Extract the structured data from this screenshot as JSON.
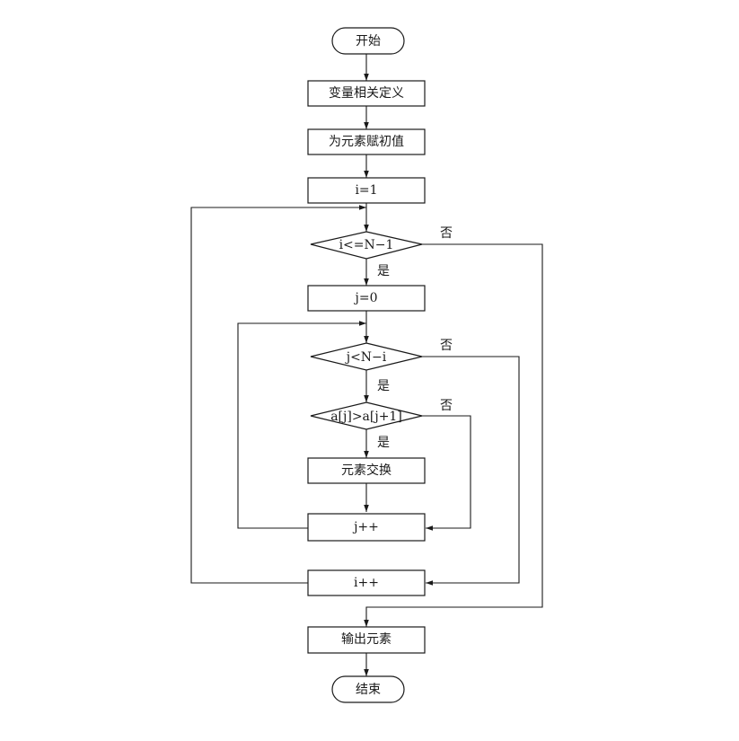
{
  "nodes": {
    "start": "开始",
    "define_vars": "变量相关定义",
    "init_elements": "为元素赋初值",
    "init_i": "i=1",
    "cond_i": "i<=N−1",
    "init_j": "j=0",
    "cond_j": "j<N−i",
    "cond_compare": "a[j]>a[j+1]",
    "swap": "元素交换",
    "inc_j": "j++",
    "inc_i": "i++",
    "output": "输出元素",
    "end": "结束"
  },
  "branches": {
    "cond_i_yes": "是",
    "cond_i_no": "否",
    "cond_j_yes": "是",
    "cond_j_no": "否",
    "cond_compare_yes": "是",
    "cond_compare_no": "否"
  }
}
